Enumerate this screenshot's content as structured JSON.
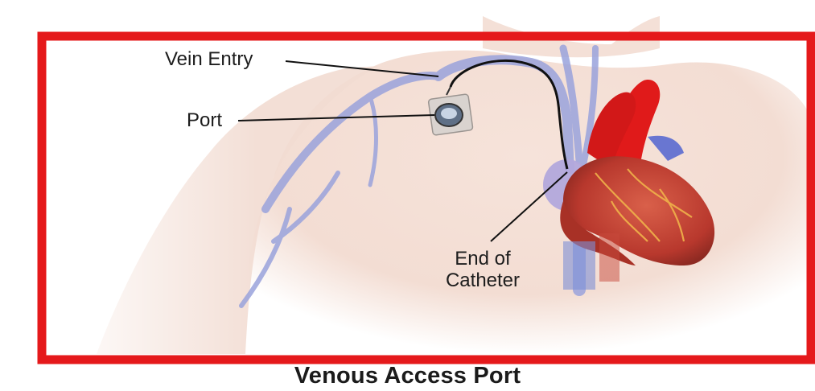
{
  "diagram": {
    "labels": {
      "vein_entry": "Vein Entry",
      "port": "Port",
      "end_of_catheter_line1": "End of",
      "end_of_catheter_line2": "Catheter"
    },
    "caption": "Venous Access Port",
    "colors": {
      "frame": "#e5191b",
      "skin": "#f3ddd3",
      "vein": "#9aa3dc",
      "heart": "#c84a3c",
      "aorta": "#e01a1a",
      "catheter": "#111111"
    }
  }
}
